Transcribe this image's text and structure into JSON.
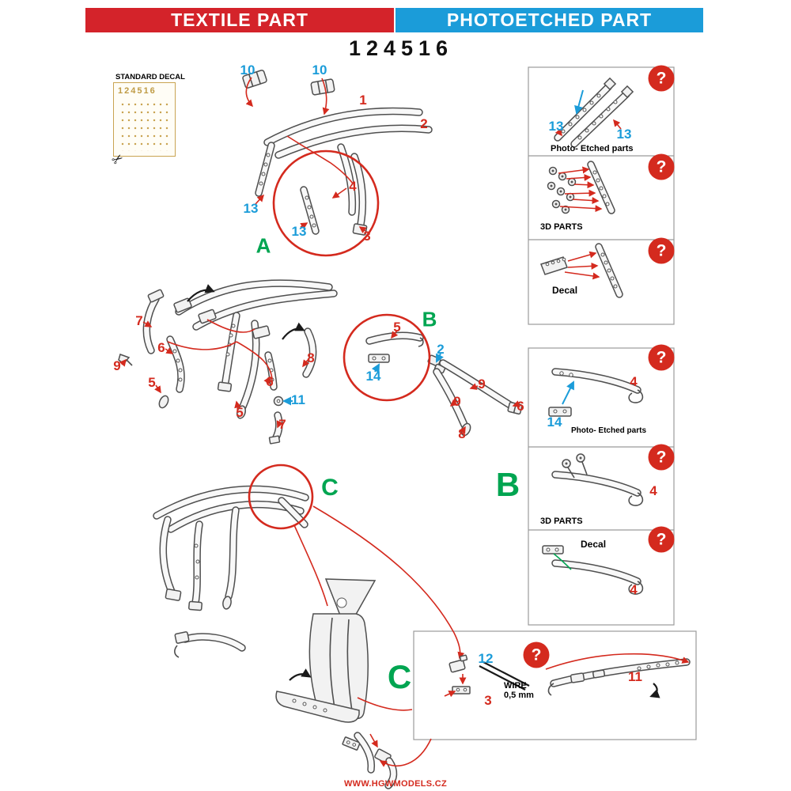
{
  "header": {
    "textile_label": "TEXTILE PART",
    "photoetched_label": "PHOTOETCHED PART",
    "kit_number": "124516"
  },
  "decal_block": {
    "title": "STANDARD DECAL",
    "sheet_number": "124516",
    "scissors_icon": "✂"
  },
  "colors": {
    "red": "#d42a1e",
    "blue": "#1b9cd9",
    "green": "#00a551",
    "decal_gold": "#bf9b45"
  },
  "assembly_a": {
    "label": "A",
    "callouts": {
      "n10a": "10",
      "n10b": "10",
      "n1": "1",
      "n2": "2",
      "n4": "4",
      "n13a": "13",
      "n13b": "13",
      "n3": "3"
    }
  },
  "assembly_left": {
    "callouts": {
      "n7a": "7",
      "n6a": "6",
      "n9": "9",
      "n5a": "5",
      "n8": "8",
      "n6b": "6",
      "n11": "11",
      "n5b": "5",
      "n7b": "7"
    }
  },
  "assembly_b": {
    "label": "B",
    "callouts": {
      "n5": "5",
      "n14": "14",
      "n2": "2",
      "n9a": "9",
      "n9b": "9",
      "n6": "6",
      "n8": "8"
    }
  },
  "assembly_c": {
    "label": "C"
  },
  "panel_top": {
    "row1": {
      "caption": "Photo- Etched parts",
      "n13a": "13",
      "n13b": "13"
    },
    "row2": {
      "caption": "3D PARTS"
    },
    "row3": {
      "caption": "Decal"
    }
  },
  "panel_mid": {
    "side_label": "B",
    "row1": {
      "caption": "Photo- Etched parts",
      "n4": "4",
      "n14": "14"
    },
    "row2": {
      "caption": "3D PARTS",
      "n4": "4"
    },
    "row3": {
      "caption": "Decal",
      "n4": "4"
    }
  },
  "panel_c": {
    "label": "C",
    "n12": "12",
    "n3": "3",
    "n11": "11",
    "wire_line1": "WIRE",
    "wire_line2": "0,5 mm"
  },
  "ui": {
    "question_mark": "?"
  },
  "footer": {
    "url": "WWW.HGWMODELS.CZ"
  }
}
